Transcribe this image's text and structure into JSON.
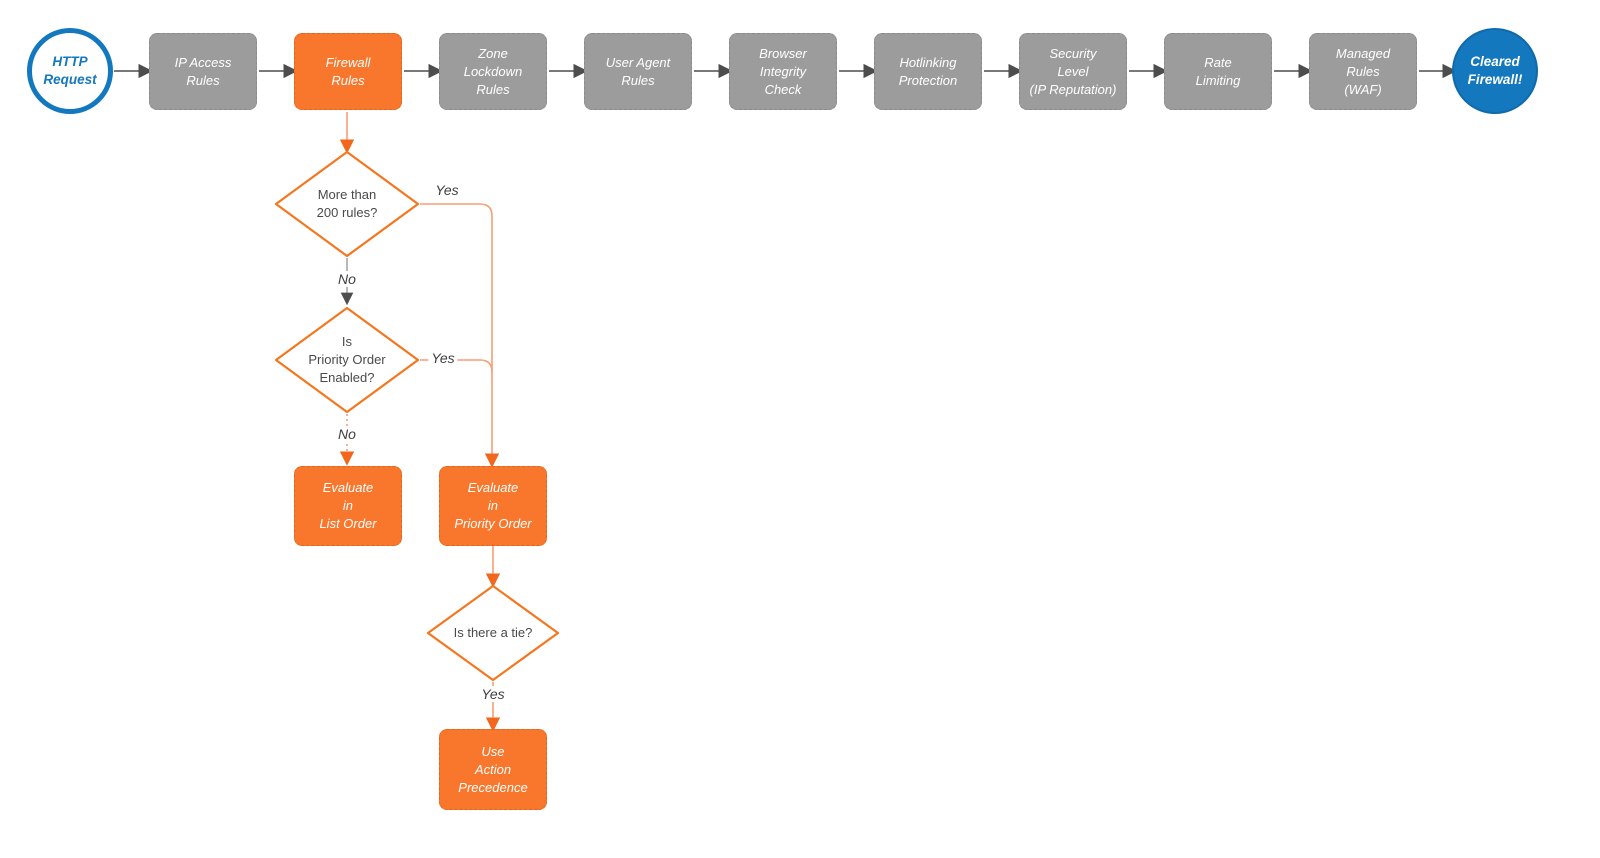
{
  "colors": {
    "orange_fill": "#F8772C",
    "orange_line": "#F79E74",
    "orange_arrow": "#F2661D",
    "gray_fill": "#9C9C9C",
    "gray_line": "#4D4D4D",
    "blue": "#1478BE",
    "diamond_text": "#4A4A4A"
  },
  "pipeline": {
    "start_label": "HTTP\nRequest",
    "stages": [
      {
        "label": "IP Access\nRules"
      },
      {
        "label": "Firewall\nRules"
      },
      {
        "label": "Zone\nLockdown\nRules"
      },
      {
        "label": "User Agent\nRules"
      },
      {
        "label": "Browser\nIntegrity\nCheck"
      },
      {
        "label": "Hotlinking\nProtection"
      },
      {
        "label": "Security\nLevel\n(IP Reputation)"
      },
      {
        "label": "Rate\nLimiting"
      },
      {
        "label": "Managed\nRules\n(WAF)"
      }
    ],
    "end_label": "Cleared\nFirewall!"
  },
  "branch": {
    "decision_rules": {
      "label": "More than\n200 rules?",
      "yes": "Yes",
      "no": "No"
    },
    "decision_priority": {
      "label": "Is\nPriority Order\nEnabled?",
      "yes": "Yes",
      "no": "No"
    },
    "evaluate_list": {
      "label": "Evaluate\nin\nList Order"
    },
    "evaluate_priority": {
      "label": "Evaluate\nin\nPriority Order"
    },
    "decision_tie": {
      "label": "Is there a tie?",
      "yes": "Yes"
    },
    "action_precedence": {
      "label": "Use\nAction\nPrecedence"
    }
  }
}
